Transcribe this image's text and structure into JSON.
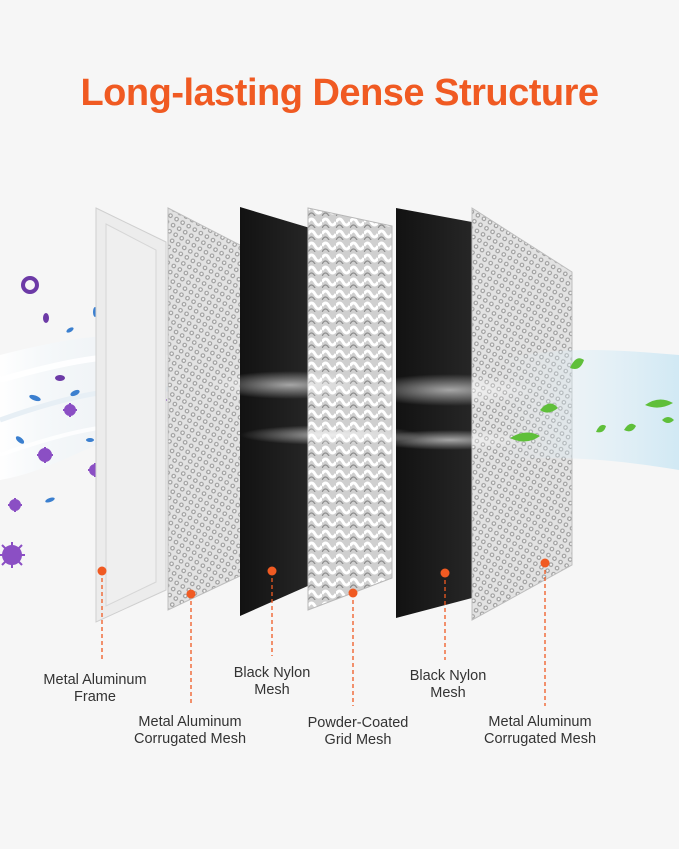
{
  "title": "Long-lasting Dense Structure",
  "accent_color": "#f05a22",
  "text_color": "#333333",
  "layers": [
    {
      "line1": "Metal Aluminum",
      "line2": "Frame"
    },
    {
      "line1": "Metal Aluminum",
      "line2": "Corrugated Mesh"
    },
    {
      "line1": "Black Nylon",
      "line2": "Mesh"
    },
    {
      "line1": "Powder-Coated",
      "line2": "Grid Mesh"
    },
    {
      "line1": "Black Nylon",
      "line2": "Mesh"
    },
    {
      "line1": "Metal Aluminum",
      "line2": "Corrugated Mesh"
    }
  ],
  "icons": {
    "dirty_air": "virus-particles-icon",
    "clean_air": "leaf-icon"
  }
}
